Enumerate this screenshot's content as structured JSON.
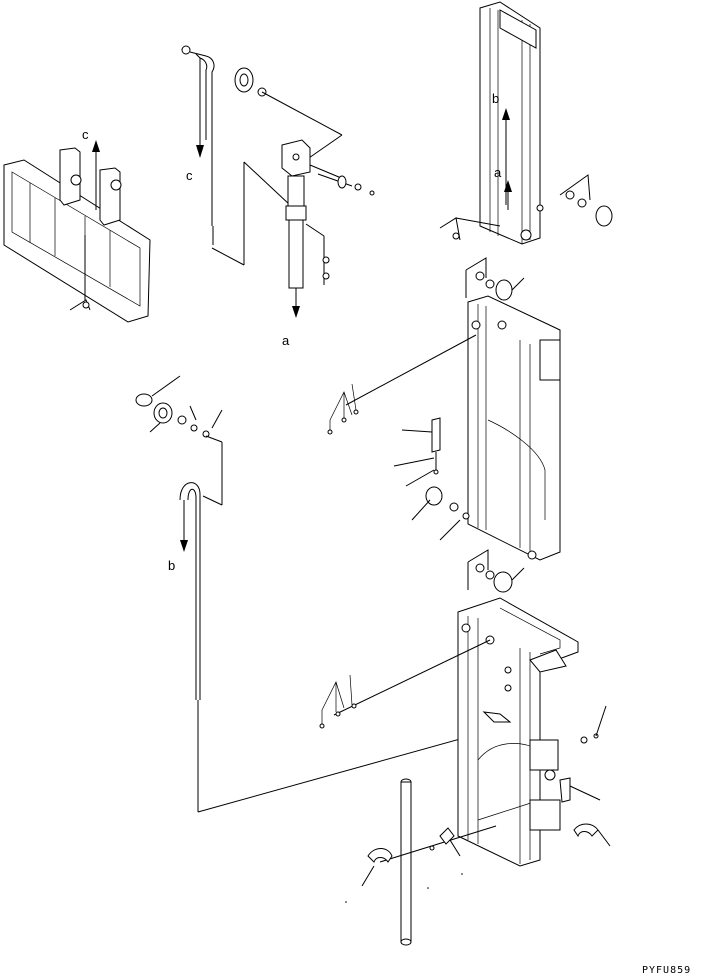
{
  "diagram": {
    "callouts": {
      "a_bottom": "a",
      "a_top": "a",
      "b_top": "b",
      "b_mid": "b",
      "c_left": "c",
      "c_mid": "c"
    },
    "drawing_code": "PYFU859"
  }
}
